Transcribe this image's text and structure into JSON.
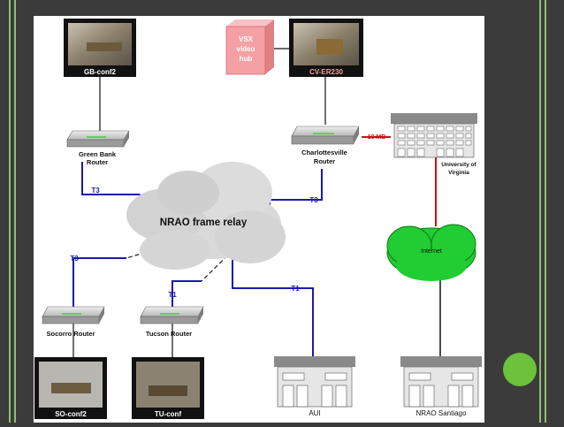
{
  "colors": {
    "accent_green": "#6cc23a",
    "link_red": "#cc1111",
    "link_blue": "#1a1aa8",
    "hub_pink": "#f4a0a4"
  },
  "rooms": {
    "gb": "GB-conf2",
    "cv": "CV-ER230",
    "so": "SO-conf2",
    "tu": "TU-conf"
  },
  "hub": {
    "line1": "VSX",
    "line2": "video",
    "line3": "hub"
  },
  "routers": {
    "gb_line1": "Green Bank",
    "gb_line2": "Router",
    "cv_line1": "Charlottesville",
    "cv_line2": "Router",
    "so": "Socorro Router",
    "tu": "Tucson Router"
  },
  "uva": {
    "line1": "University of",
    "line2": "Virginia"
  },
  "links": {
    "ten_mb": "10 MB",
    "t3_gb": "T3",
    "t3_cv": "T3",
    "t3_so": "T3",
    "t1_tu": "T1",
    "t1_aui": "T1"
  },
  "cloud_label": "NRAO frame relay",
  "internet_label": "Internet",
  "sites": {
    "aui": "AUI",
    "santiago": "NRAO Santiago"
  }
}
